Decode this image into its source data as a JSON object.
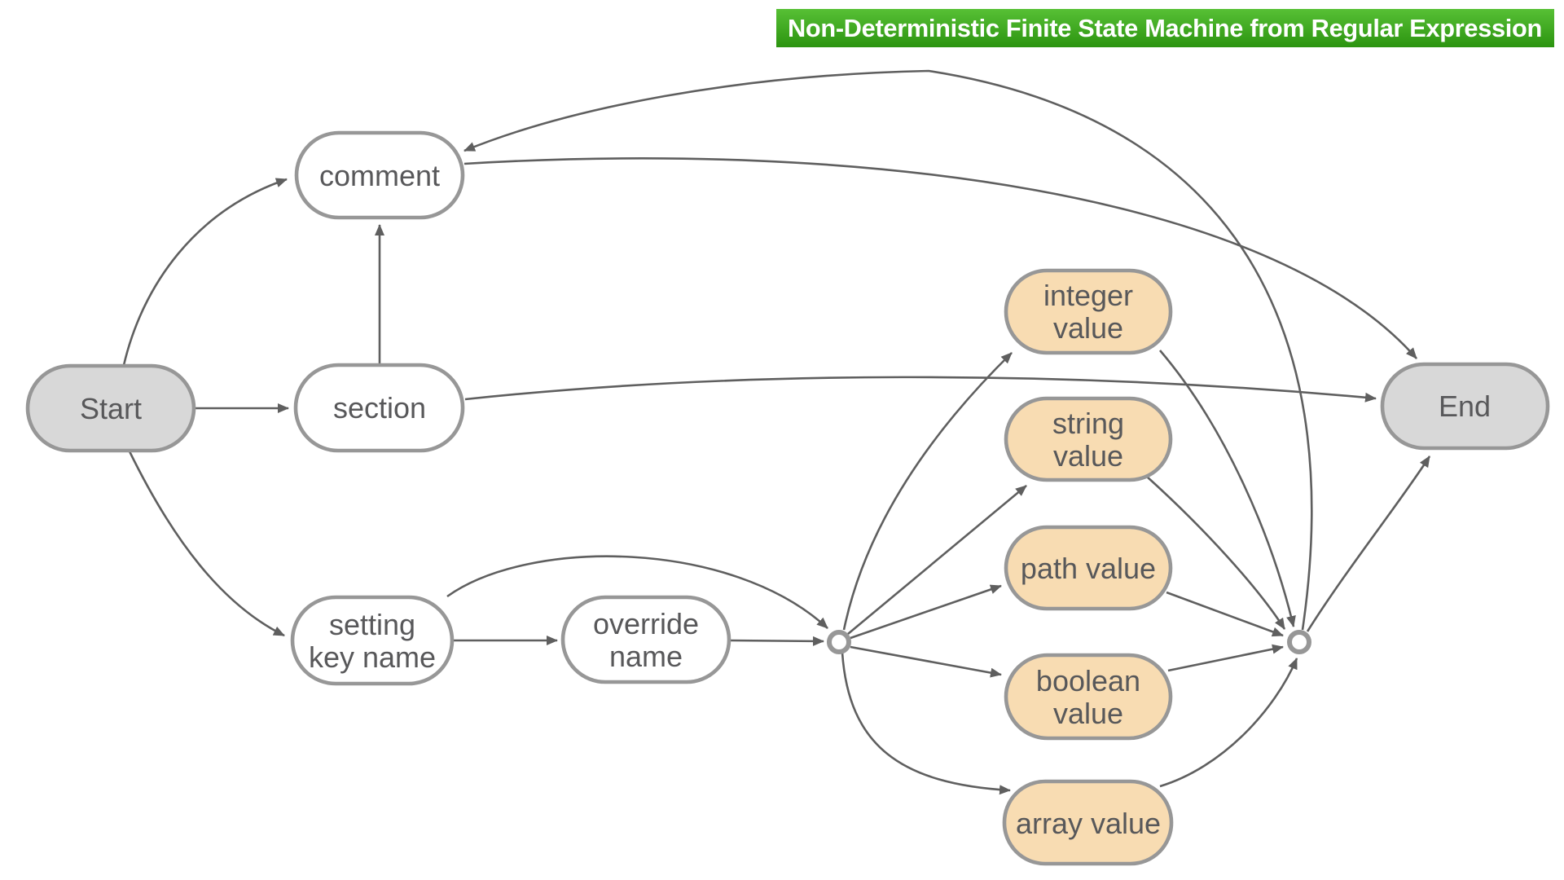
{
  "title": {
    "text": "Non-Deterministic Finite State Machine from Regular Expression",
    "bg_top": "#57c035",
    "bg_bottom": "#2c9410",
    "text_color": "#ffffff"
  },
  "diagram": {
    "colors": {
      "node_border": "#979797",
      "edge": "#5f5f5f",
      "start_end_fill": "#d8d8d8",
      "state_fill": "#ffffff",
      "value_fill": "#f8dcb2",
      "label": "#58585a",
      "background": "#ffffff"
    },
    "nodes": {
      "start": {
        "label": "Start",
        "kind": "start"
      },
      "comment": {
        "label": "comment",
        "kind": "state"
      },
      "section": {
        "label": "section",
        "kind": "state"
      },
      "setting_key_name": {
        "line1": "setting",
        "line2": "key name",
        "kind": "state"
      },
      "override_name": {
        "line1": "override",
        "line2": "name",
        "kind": "state"
      },
      "junction1": {
        "label": "",
        "kind": "junction"
      },
      "integer_value": {
        "line1": "integer",
        "line2": "value",
        "kind": "value"
      },
      "string_value": {
        "line1": "string",
        "line2": "value",
        "kind": "value"
      },
      "path_value": {
        "label": "path value",
        "kind": "value"
      },
      "boolean_value": {
        "line1": "boolean",
        "line2": "value",
        "kind": "value"
      },
      "array_value": {
        "label": "array value",
        "kind": "value"
      },
      "end": {
        "label": "End",
        "kind": "end"
      }
    },
    "edges": [
      {
        "from": "start",
        "to": "comment"
      },
      {
        "from": "start",
        "to": "section"
      },
      {
        "from": "start",
        "to": "setting_key_name"
      },
      {
        "from": "section",
        "to": "comment"
      },
      {
        "from": "section",
        "to": "end"
      },
      {
        "from": "comment",
        "to": "end"
      },
      {
        "from": "setting_key_name",
        "to": "override_name"
      },
      {
        "from": "setting_key_name",
        "to": "junction1"
      },
      {
        "from": "override_name",
        "to": "junction1"
      },
      {
        "from": "junction1",
        "to": "integer_value"
      },
      {
        "from": "junction1",
        "to": "string_value"
      },
      {
        "from": "junction1",
        "to": "path_value"
      },
      {
        "from": "junction1",
        "to": "boolean_value"
      },
      {
        "from": "junction1",
        "to": "array_value"
      },
      {
        "from": "integer_value",
        "to": "junction2"
      },
      {
        "from": "string_value",
        "to": "junction2"
      },
      {
        "from": "path_value",
        "to": "junction2"
      },
      {
        "from": "boolean_value",
        "to": "junction2"
      },
      {
        "from": "array_value",
        "to": "junction2"
      },
      {
        "from": "junction2",
        "to": "end"
      },
      {
        "from": "junction2",
        "to": "comment"
      }
    ]
  }
}
